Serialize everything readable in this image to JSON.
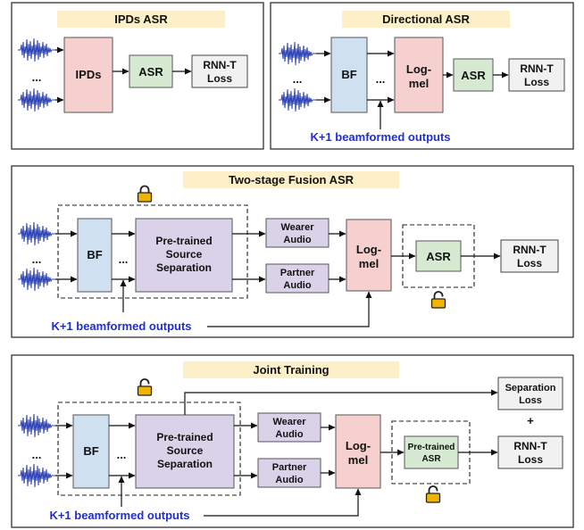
{
  "panels": {
    "ipds": {
      "title": "IPDs ASR",
      "ipds_label": "IPDs",
      "asr_label": "ASR",
      "loss_line1": "RNN-T",
      "loss_line2": "Loss",
      "dots": "..."
    },
    "directional": {
      "title": "Directional ASR",
      "bf_label": "BF",
      "logmel_line1": "Log-",
      "logmel_line2": "mel",
      "asr_label": "ASR",
      "loss_line1": "RNN-T",
      "loss_line2": "Loss",
      "beam_label": "K+1 beamformed outputs",
      "dots": "..."
    },
    "two_stage": {
      "title": "Two-stage Fusion ASR",
      "bf_label": "BF",
      "sep_line1": "Pre-trained",
      "sep_line2": "Source",
      "sep_line3": "Separation",
      "wearer_line1": "Wearer",
      "wearer_line2": "Audio",
      "partner_line1": "Partner",
      "partner_line2": "Audio",
      "logmel_line1": "Log-",
      "logmel_line2": "mel",
      "asr_label": "ASR",
      "loss_line1": "RNN-T",
      "loss_line2": "Loss",
      "beam_label": "K+1 beamformed outputs",
      "dots": "..."
    },
    "joint": {
      "title": "Joint Training",
      "bf_label": "BF",
      "sep_line1": "Pre-trained",
      "sep_line2": "Source",
      "sep_line3": "Separation",
      "wearer_line1": "Wearer",
      "wearer_line2": "Audio",
      "partner_line1": "Partner",
      "partner_line2": "Audio",
      "logmel_line1": "Log-",
      "logmel_line2": "mel",
      "asr_line1": "Pre-trained",
      "asr_line2": "ASR",
      "sep_loss_line1": "Separation",
      "sep_loss_line2": "Loss",
      "plus": "+",
      "loss_line1": "RNN-T",
      "loss_line2": "Loss",
      "beam_label": "K+1 beamformed outputs",
      "dots": "..."
    }
  },
  "icons": {
    "locked": "lock-closed-icon",
    "unlocked": "lock-open-icon",
    "waveform": "waveform-icon"
  },
  "colors": {
    "title_bg": "#fdf0c8",
    "ipds": "#f6cfcf",
    "asr": "#d6ead2",
    "bf": "#cfe0f1",
    "separation": "#d9d2e9",
    "loss": "#f1f1f1",
    "beam_label": "#1f2fd0",
    "lock": "#f0b400"
  }
}
